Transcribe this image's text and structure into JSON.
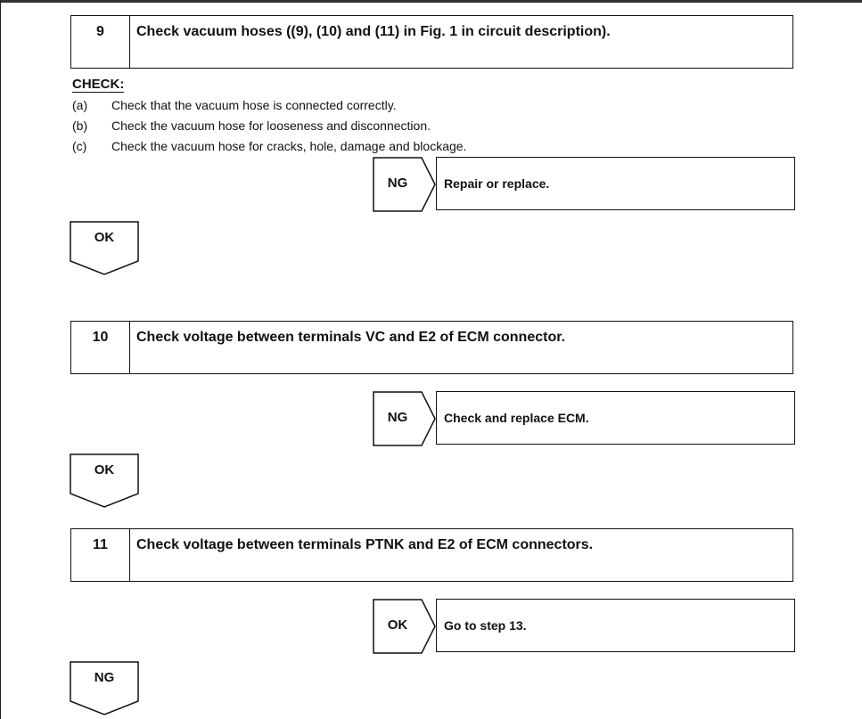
{
  "steps": [
    {
      "number": "9",
      "title": "Check vacuum hoses ((9), (10) and (11) in Fig. 1 in circuit description)."
    },
    {
      "number": "10",
      "title": "Check voltage between terminals VC and E2 of ECM connector."
    },
    {
      "number": "11",
      "title": "Check voltage between terminals PTNK and E2 of ECM connectors."
    }
  ],
  "check": {
    "heading": "CHECK:",
    "items": [
      {
        "mark": "(a)",
        "text": "Check that the vacuum hose is connected correctly."
      },
      {
        "mark": "(b)",
        "text": "Check the vacuum hose for looseness and disconnection."
      },
      {
        "mark": "(c)",
        "text": "Check the vacuum hose for cracks, hole, damage and blockage."
      }
    ]
  },
  "branches": [
    {
      "tag": "NG",
      "result": "Repair or replace."
    },
    {
      "tag": "NG",
      "result": "Check and replace ECM."
    },
    {
      "tag": "OK",
      "result": "Go to step 13."
    }
  ],
  "down_tags": [
    "OK",
    "OK",
    "NG"
  ]
}
